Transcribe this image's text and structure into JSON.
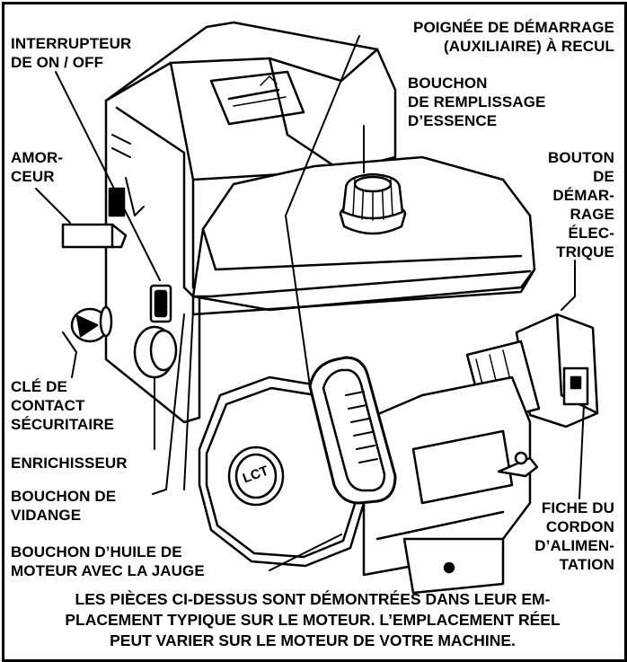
{
  "labels": {
    "interrupteur": "INTERRUPTEUR\nDE ON / OFF",
    "amorceur": "AMOR-\nCEUR",
    "cle": "CLÉ DE\nCONTACT\nSÉCURITAIRE",
    "enrichisseur": "ENRICHISSEUR",
    "vidange": "BOUCHON DE\nVIDANGE",
    "huile": "BOUCHON D’HUILE DE\nMOTEUR AVEC LA JAUGE",
    "poignee": "POIGNÉE DE DÉMARRAGE\n(AUXILIAIRE) À RECUL",
    "remplissage": "BOUCHON\nDE REMPLISSAGE\nD’ESSENCE",
    "bouton": "BOUTON\nDE\nDÉMAR-\nRAGE\nÉLEC-\nTRIQUE",
    "fiche": "FICHE DU\nCORDON\nD’ALIMEN-\nTATION"
  },
  "engine_logo": "LCT",
  "caption": "LES PIÈCES CI-DESSUS SONT DÉMONTRÉES DANS LEUR EM-\nPLACEMENT TYPIQUE SUR LE MOTEUR. L’EMPLACEMENT RÉEL\nPEUT VARIER SUR LE MOTEUR DE VOTRE MACHINE."
}
